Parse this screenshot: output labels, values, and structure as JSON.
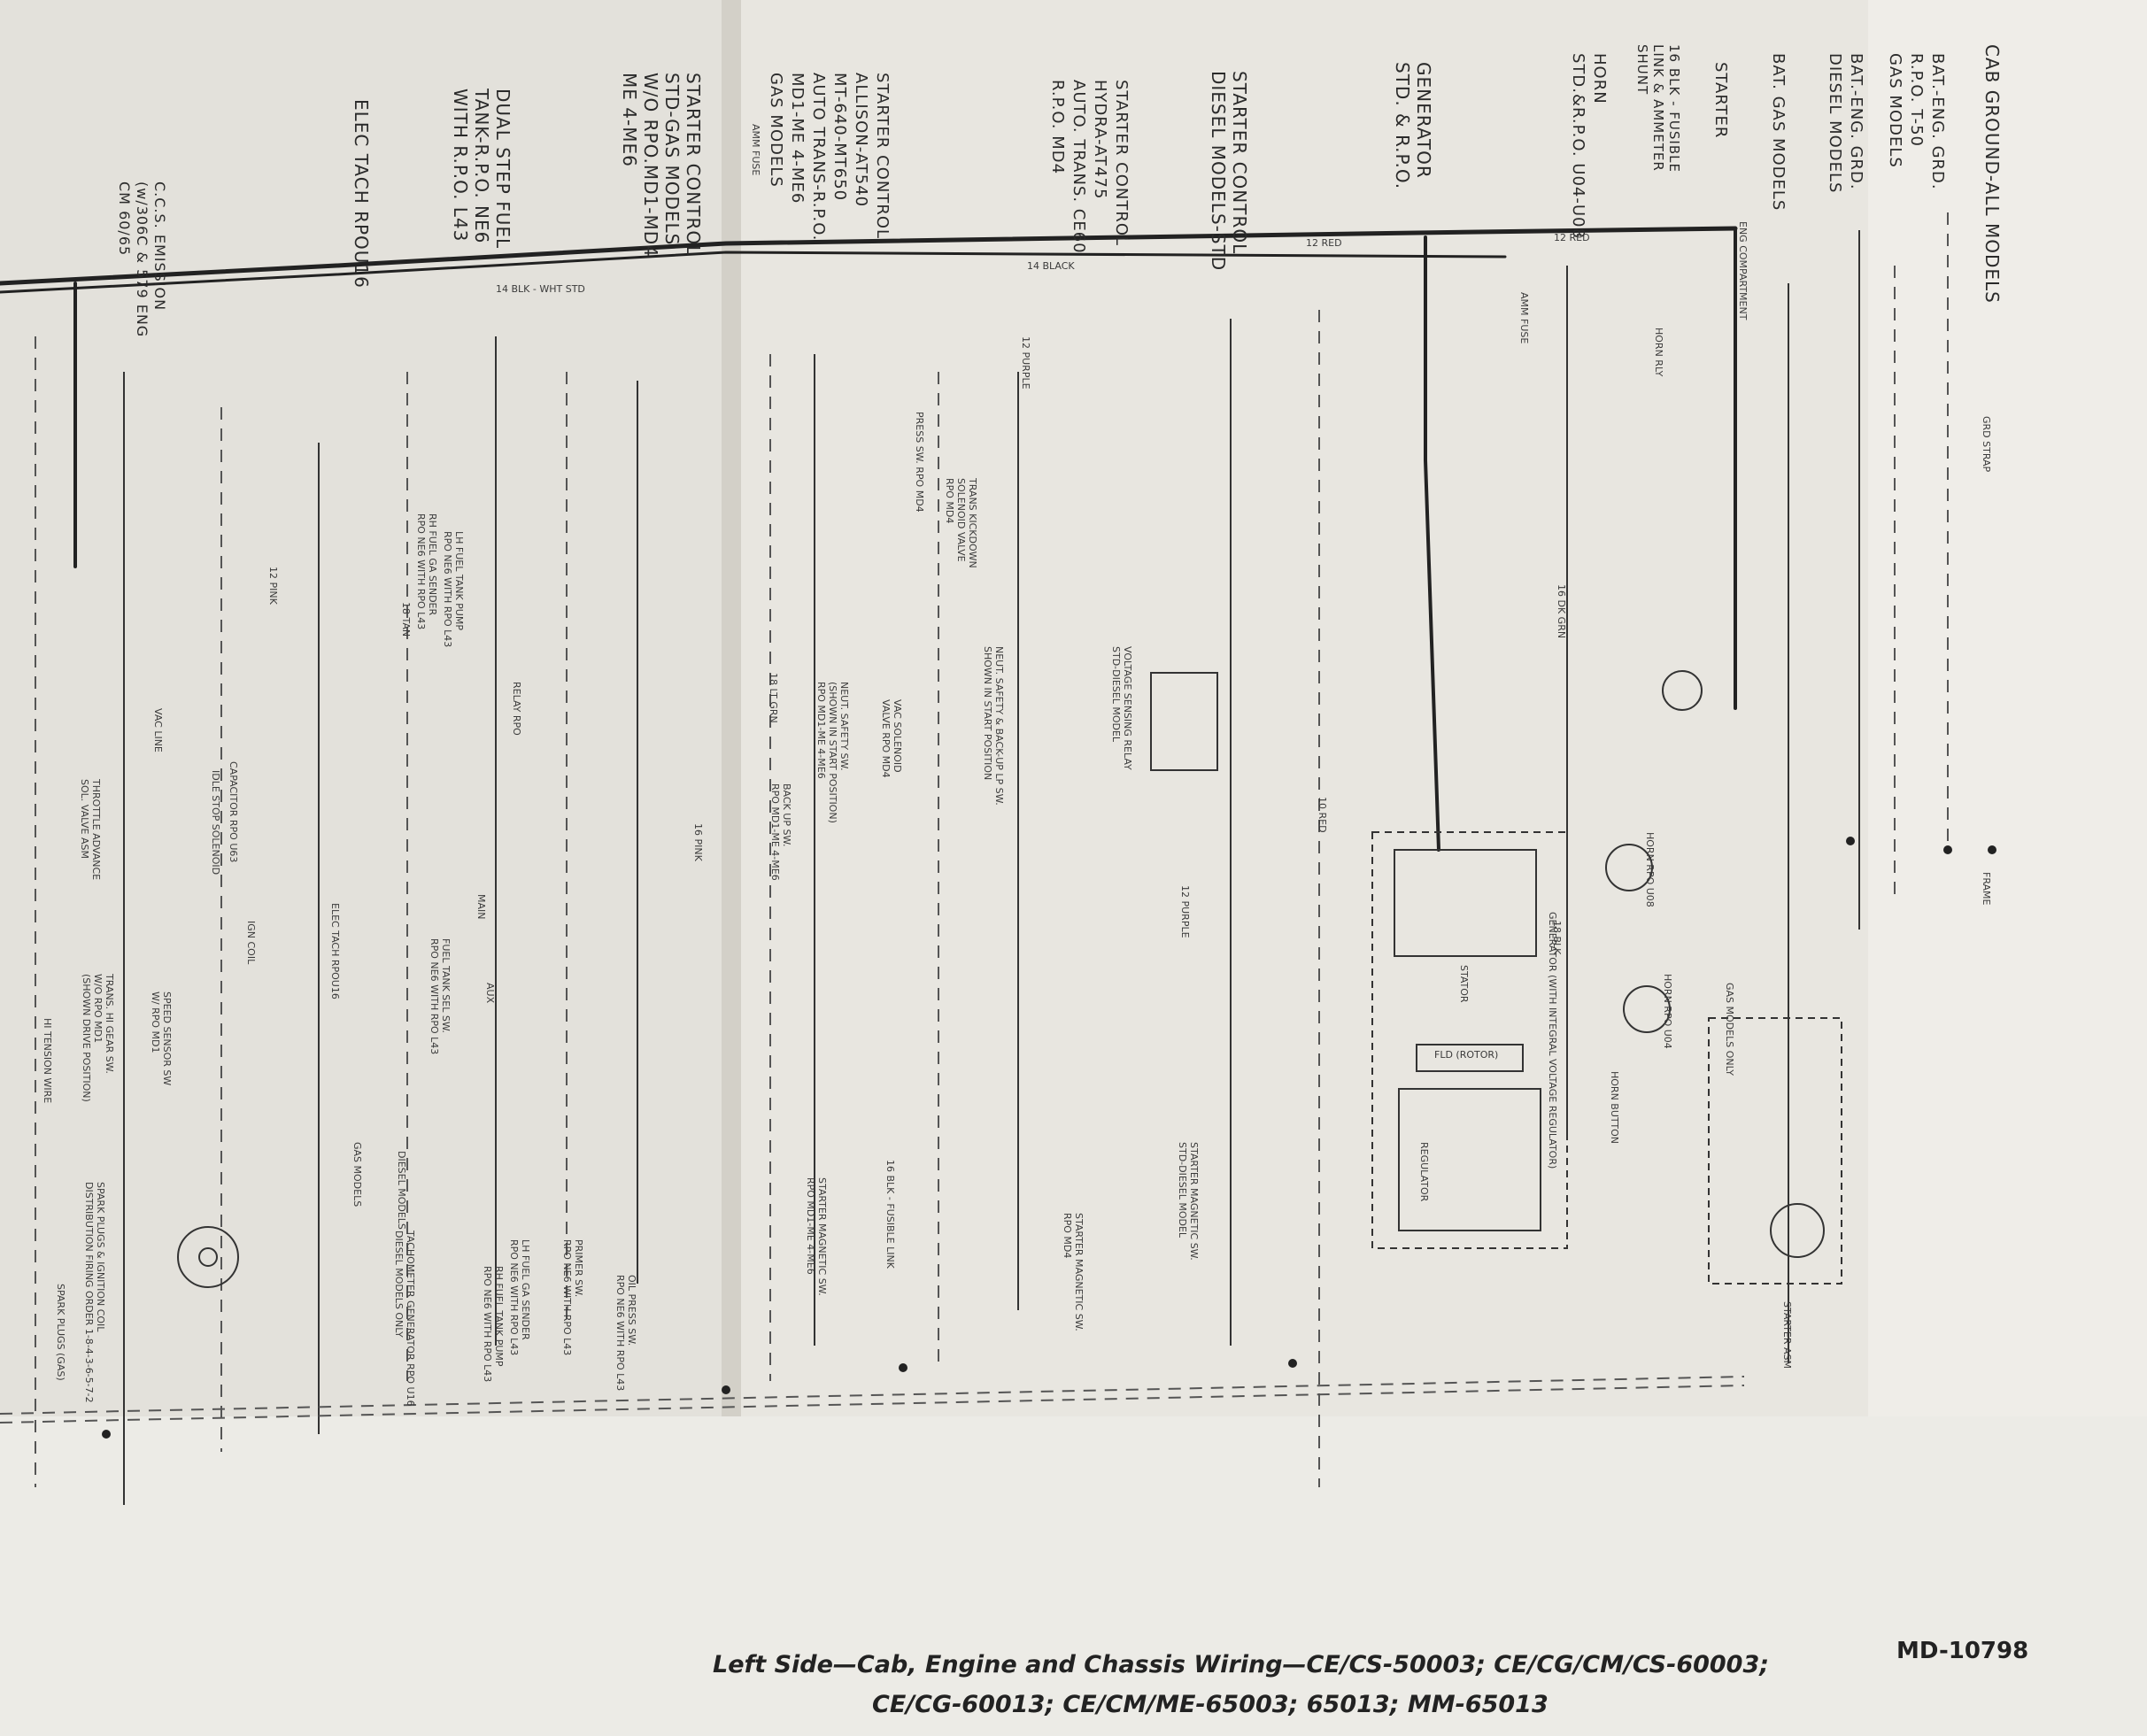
{
  "header_labels": [
    {
      "id": "cab-ground",
      "text": "CAB GROUND-ALL MODELS"
    },
    {
      "id": "bat-eng-grd-t50",
      "text": "BAT.-ENG. GRD.\nR.P.O. T-50\nGAS MODELS"
    },
    {
      "id": "bat-eng-grd-diesel",
      "text": "BAT.-ENG. GRD.\nDIESEL MODELS"
    },
    {
      "id": "bat-gas",
      "text": "BAT. GAS MODELS"
    },
    {
      "id": "starter",
      "text": "STARTER"
    },
    {
      "id": "fusible-link",
      "text": "16 BLK - FUSIBLE\nLINK & AMMETER\nSHUNT"
    },
    {
      "id": "horn",
      "text": "HORN\nSTD.&R.P.O. U04-U08"
    },
    {
      "id": "generator",
      "text": "GENERATOR\nSTD. & R.P.O."
    },
    {
      "id": "starter-ctrl-diesel",
      "text": "STARTER CONTROL\nDIESEL MODELS-STD"
    },
    {
      "id": "starter-ctrl-hydra",
      "text": "STARTER CONTROL\nHYDRA-AT475\nAUTO. TRANS. CE60\nR.P.O. MD4"
    },
    {
      "id": "starter-ctrl-allison",
      "text": "STARTER CONTROL\nALLISON-AT540\nMT-640-MT650\nAUTO TRANS-R.P.O.\nMD1-ME 4-ME6\nGAS MODELS"
    },
    {
      "id": "starter-ctrl-std-gas",
      "text": "STARTER CONTROL\nSTD-GAS MODELS\nW/O RPO.MD1-MD4\nME 4-ME6"
    },
    {
      "id": "dual-step-fuel",
      "text": "DUAL STEP FUEL\nTANK-R.P.O. NE6\nWITH R.P.O. L43"
    },
    {
      "id": "elec-tach",
      "text": "ELEC TACH RPOU16"
    },
    {
      "id": "ccs-emission",
      "text": "C.C.S. EMISSION\n(w/306C & 579 ENG\nCM 60/65"
    }
  ],
  "wire_labels": [
    {
      "id": "w1",
      "text": "12 RED"
    },
    {
      "id": "w2",
      "text": "12 RED"
    },
    {
      "id": "w3",
      "text": "14 BLACK"
    },
    {
      "id": "w4",
      "text": "14 BLK - WHT STD"
    },
    {
      "id": "w5",
      "text": "AMM FUSE"
    },
    {
      "id": "w6",
      "text": "AMM FUSE"
    },
    {
      "id": "w7",
      "text": "12 PURPLE"
    },
    {
      "id": "w8",
      "text": "16 PINK"
    },
    {
      "id": "w9",
      "text": "18 LT GRN"
    },
    {
      "id": "w10",
      "text": "10 RED"
    },
    {
      "id": "w11",
      "text": "12 PINK"
    },
    {
      "id": "w12",
      "text": "18 TAN"
    },
    {
      "id": "w13",
      "text": "18 BLK"
    },
    {
      "id": "w14",
      "text": "12 PURPLE"
    },
    {
      "id": "w15",
      "text": "16 DK GRN"
    }
  ],
  "component_labels": [
    {
      "id": "c1",
      "text": "VOLTAGE SENSING RELAY\nSTD-DIESEL MODEL"
    },
    {
      "id": "c2",
      "text": "NEUT. SAFETY & BACK-UP LP SW.\nSHOWN IN START POSITION"
    },
    {
      "id": "c3",
      "text": "NEUT. SAFETY SW.\n(SHOWN IN START POSITION)\nRPO MD1-ME 4-ME6"
    },
    {
      "id": "c4",
      "text": "VAC SOLENOID\nVALVE RPO MD4"
    },
    {
      "id": "c5",
      "text": "TRANS KICKDOWN\nSOLENOID VALVE\nRPO MD4"
    },
    {
      "id": "c6",
      "text": "PRESS SW. RPO MD4"
    },
    {
      "id": "c7",
      "text": "BACK UP SW.\nRPO MD1-ME 4-ME6"
    },
    {
      "id": "c8",
      "text": "RELAY RPO"
    },
    {
      "id": "c9",
      "text": "MAIN"
    },
    {
      "id": "c10",
      "text": "AUX"
    },
    {
      "id": "c11",
      "text": "FUEL TANK SEL SW.\nRPO NE6 WITH RPO L43"
    },
    {
      "id": "c12",
      "text": "PRIMER SW.\nRPO NE6 WITH RPO L43"
    },
    {
      "id": "c13",
      "text": "OIL PRESS SW.\nRPO NE6 WITH RPO L43"
    },
    {
      "id": "c14",
      "text": "GENERATOR (WITH INTEGRAL VOLTAGE REGULATOR)"
    },
    {
      "id": "c15",
      "text": "STARTER MAGNETIC SW.\nSTD-DIESEL MODEL"
    },
    {
      "id": "c16",
      "text": "STARTER MAGNETIC SW.\nRPO MD4"
    },
    {
      "id": "c17",
      "text": "STARTER MAGNETIC SW.\nRPO MD1-ME 4-ME6"
    },
    {
      "id": "c18",
      "text": "HORN BUTTON"
    },
    {
      "id": "c19",
      "text": "STARTER ASM"
    },
    {
      "id": "c20",
      "text": "GAS MODELS ONLY"
    },
    {
      "id": "c21",
      "text": "STATOR"
    },
    {
      "id": "c22",
      "text": "REGULATOR"
    },
    {
      "id": "c23",
      "text": "FLD (ROTOR)"
    },
    {
      "id": "c24",
      "text": "16 BLK - FUSIBLE LINK"
    },
    {
      "id": "c25",
      "text": "ELEC TACH RPOU16"
    },
    {
      "id": "c26",
      "text": "CAPACITOR RPO U63"
    },
    {
      "id": "c27",
      "text": "IDLE STOP SOLENOID"
    },
    {
      "id": "c28",
      "text": "THROTTLE ADVANCE\nSOL. VALVE ASM"
    },
    {
      "id": "c29",
      "text": "VAC LINE"
    },
    {
      "id": "c30",
      "text": "SPEED SENSOR SW\nW/ RPO MD1"
    },
    {
      "id": "c31",
      "text": "TRANS. HI GEAR SW.\nW/O RPO MD1\n(SHOWN DRIVE POSITION)"
    },
    {
      "id": "c32",
      "text": "SPARK PLUGS & IGNITION COIL\nDISTRIBUTION FIRING ORDER 1-8-4-3-6-5-7-2"
    },
    {
      "id": "c33",
      "text": "HI TENSION WIRE"
    },
    {
      "id": "c34",
      "text": "IGN COIL"
    },
    {
      "id": "c35",
      "text": "DIESEL MODELS"
    },
    {
      "id": "c36",
      "text": "GAS MODELS"
    },
    {
      "id": "c37",
      "text": "TACHOMETER GENERATOR RPO U16\nDIESEL MODELS ONLY"
    },
    {
      "id": "c38",
      "text": "RH FUEL GA SENDER\nRPO NE6 WITH RPO L43"
    },
    {
      "id": "c39",
      "text": "LH FUEL TANK PUMP\nRPO NE6 WITH RPO L43"
    },
    {
      "id": "c40",
      "text": "LH FUEL GA SENDER\nRPO NE6 WITH RPO L43"
    },
    {
      "id": "c41",
      "text": "RH FUEL TANK PUMP\nRPO NE6 WITH RPO L43"
    },
    {
      "id": "c42",
      "text": "SPARK PLUGS (GAS)"
    },
    {
      "id": "c43",
      "text": "HORN RPO U08"
    },
    {
      "id": "c44",
      "text": "HORN RPO U04"
    },
    {
      "id": "c45",
      "text": "HORN RLY"
    },
    {
      "id": "c46",
      "text": "ENG COMPARTMENT"
    },
    {
      "id": "c47",
      "text": "FRAME"
    },
    {
      "id": "c48",
      "text": "GRD STRAP"
    }
  ],
  "title": "Left Side—Cab, Engine and Chassis Wiring—CE/CS-50003; CE/CG/CM/CS-60003;",
  "title_line2": "CE/CG-60013; CE/CM/ME-65003; 65013; MM-65013",
  "drawing_number": "MD-10798"
}
